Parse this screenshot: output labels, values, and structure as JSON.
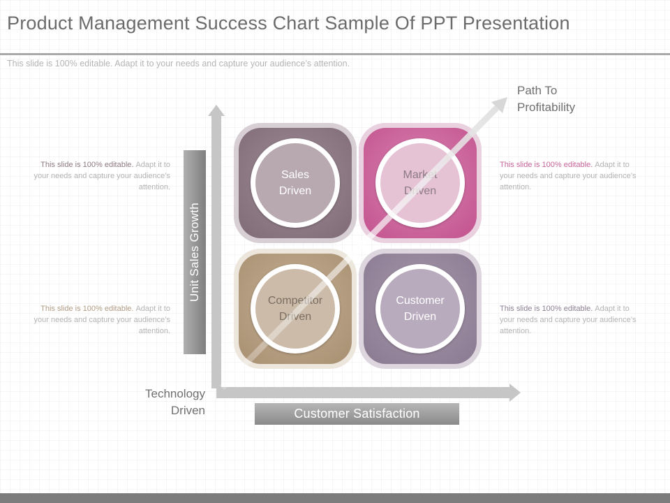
{
  "title": "Product Management Success Chart Sample Of PPT Presentation",
  "subtitle": "This slide is 100% editable. Adapt it to your needs and capture your audience’s attention.",
  "side_texts": {
    "top_left": {
      "lead": "This slide is 100% editable.",
      "rest": "Adapt it to your needs and capture your audience’s attention."
    },
    "bottom_left": {
      "lead": "This slide is 100% editable.",
      "rest": "Adapt it to your needs and capture your audience’s attention."
    },
    "top_right": {
      "lead": "This slide is 100% editable.",
      "rest": "Adapt it to your needs and capture your audience’s attention."
    },
    "bottom_right": {
      "lead": "This slide is 100% editable.",
      "rest": "Adapt it to your needs and capture your audience’s attention."
    }
  },
  "axes": {
    "y_label": "Unit Sales Growth",
    "x_label": "Customer Satisfaction",
    "origin_label": [
      "Technology",
      "Driven"
    ],
    "arrow_label": [
      "Path To",
      "Profitability"
    ]
  },
  "quadrants": {
    "top_left": [
      "Sales",
      "Driven"
    ],
    "top_right": [
      "Market",
      "Driven"
    ],
    "bottom_left": [
      "Competitor",
      "Driven"
    ],
    "bottom_right": [
      "Customer",
      "Driven"
    ]
  },
  "colors": {
    "sales": "#7f6b76",
    "market": "#c3528e",
    "competitor": "#a88f72",
    "customer": "#8a7a91",
    "axis": "#c8c8c8"
  }
}
